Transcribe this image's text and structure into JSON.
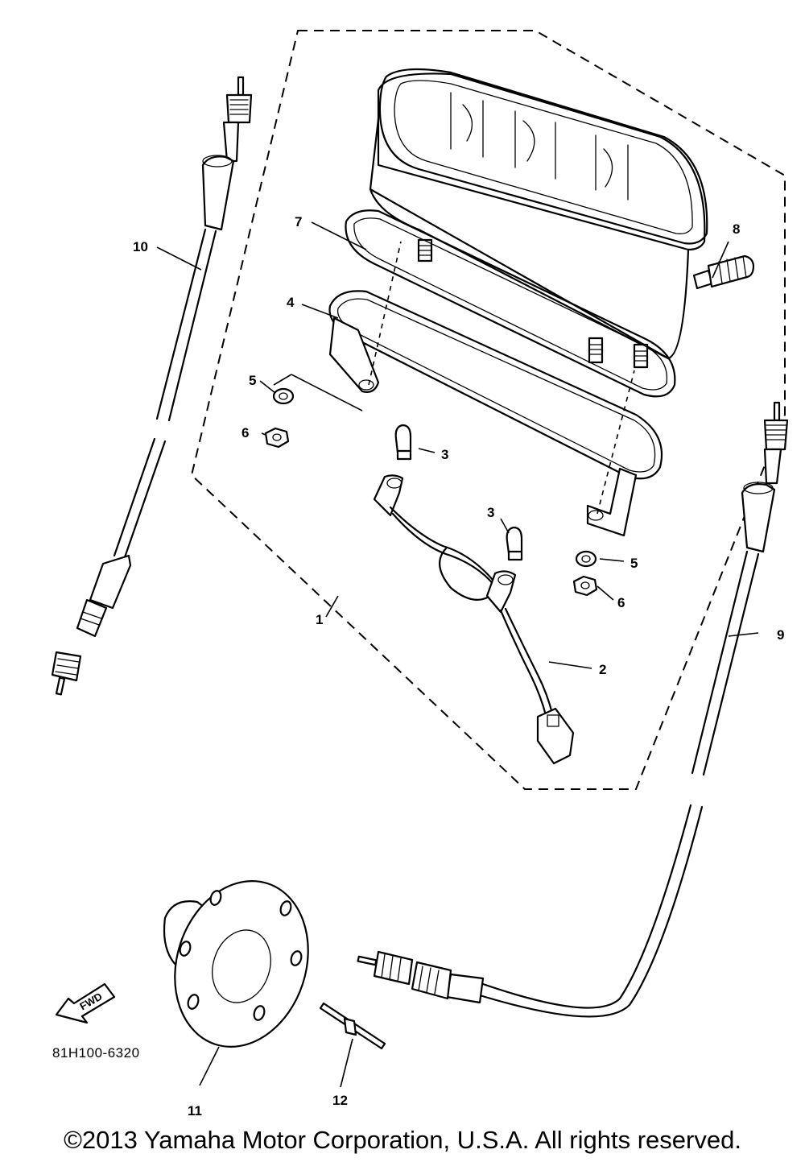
{
  "diagram": {
    "drawing_code": "81H100-6320",
    "fwd_label": "FWD",
    "copyright": "©2013 Yamaha Motor Corporation, U.S.A. All rights reserved.",
    "callouts": {
      "c1": "1",
      "c2": "2",
      "c3a": "3",
      "c3b": "3",
      "c4": "4",
      "c5a": "5",
      "c5b": "5",
      "c6a": "6",
      "c6b": "6",
      "c7": "7",
      "c8": "8",
      "c9": "9",
      "c10": "10",
      "c11": "11",
      "c12": "12"
    }
  }
}
